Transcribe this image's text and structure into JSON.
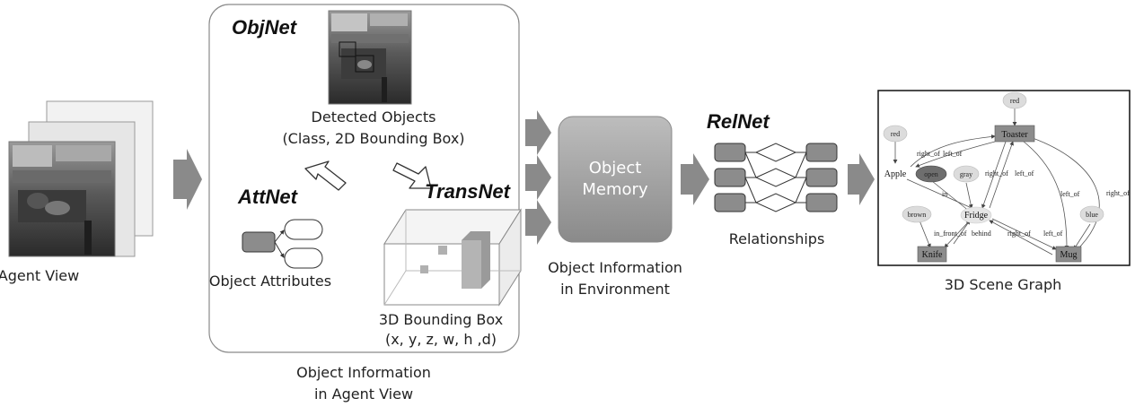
{
  "agent_view": {
    "label": "Agent View"
  },
  "objnet": {
    "title": "ObjNet",
    "detected_line1": "Detected Objects",
    "detected_line2": "(Class, 2D Bounding Box)"
  },
  "attnet": {
    "title": "AttNet",
    "label": "Object Attributes"
  },
  "transnet": {
    "title": "TransNet",
    "label_line1": "3D Bounding Box",
    "label_line2": "(x, y, z, w, h ,d)"
  },
  "agent_info": {
    "line1": "Object Information",
    "line2": "in Agent View"
  },
  "memory": {
    "line1": "Object",
    "line2": "Memory",
    "caption_line1": "Object Information",
    "caption_line2": "in Environment"
  },
  "relnet": {
    "title": "RelNet",
    "label": "Relationships"
  },
  "scene_graph": {
    "label": "3D Scene Graph",
    "nodes": {
      "toaster": "Toaster",
      "red_top": "red",
      "red_left": "red",
      "apple": "Apple",
      "open": "open",
      "gray": "gray",
      "fridge": "Fridge",
      "brown": "brown",
      "blue": "blue",
      "knife": "Knife",
      "mug": "Mug"
    },
    "edges": {
      "right_of_1": "right_of",
      "left_of_1": "left_of",
      "in": "in",
      "right_of_2": "right_of",
      "left_of_2": "left_of",
      "left_of_3": "left_of",
      "right_of_3": "right_of",
      "in_front_of": "in_front_of",
      "behind": "behind",
      "right_of_4": "right_of",
      "left_of_4": "left_of"
    }
  }
}
